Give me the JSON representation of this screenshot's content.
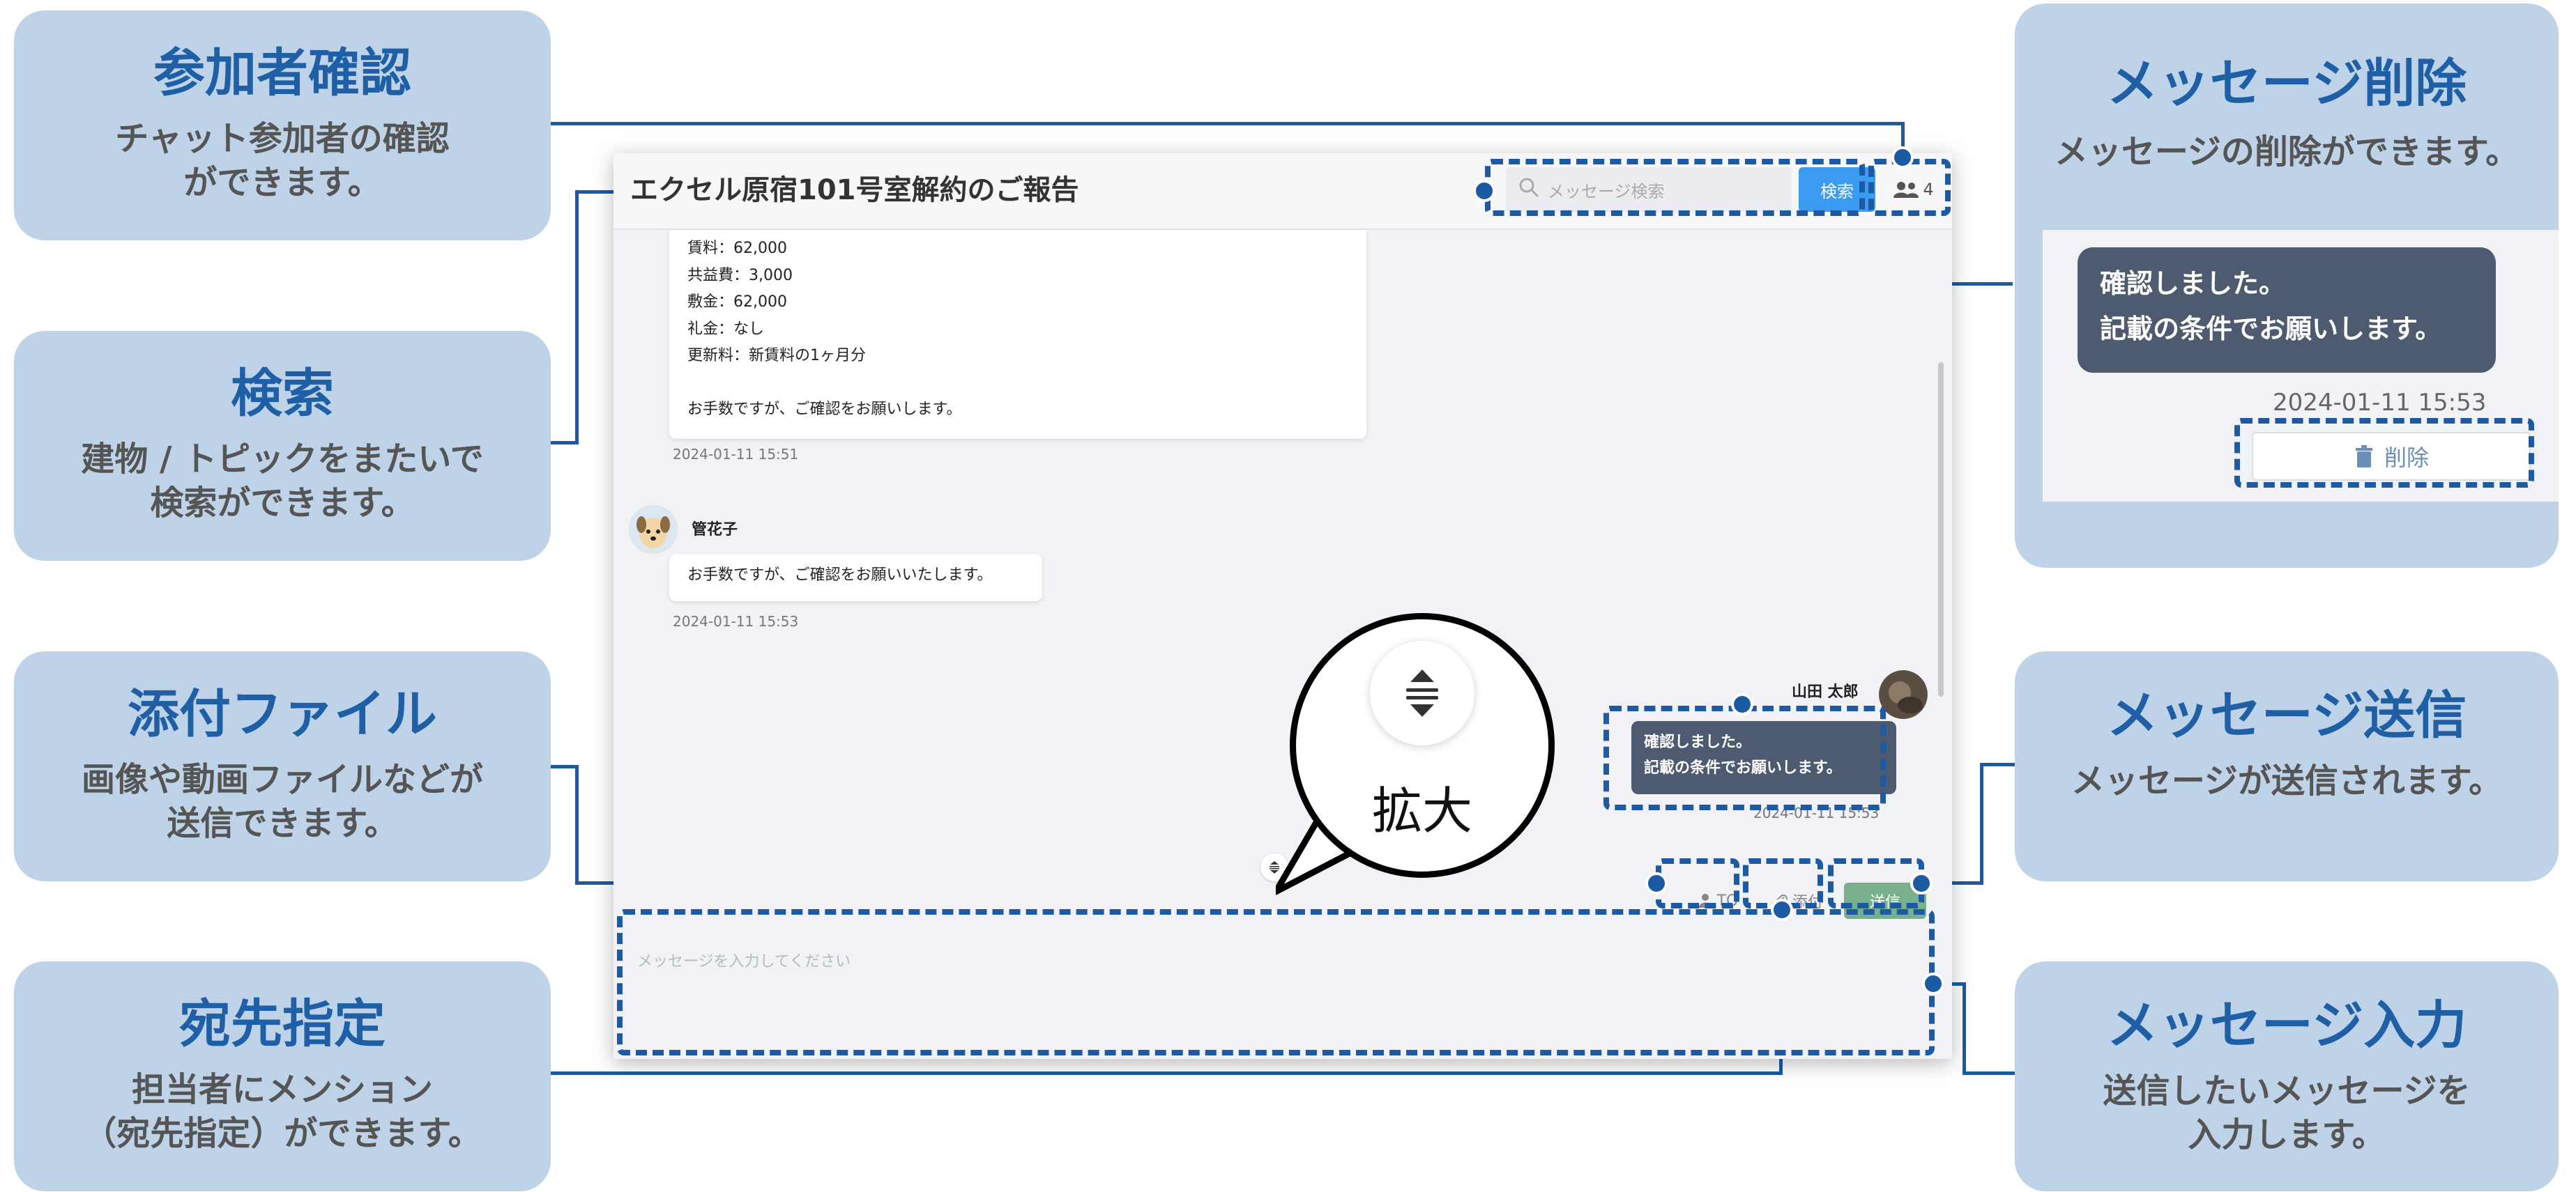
{
  "callouts": {
    "participants": {
      "title": "参加者確認",
      "desc1": "チャット参加者の確認",
      "desc2": "ができます。"
    },
    "search": {
      "title": "検索",
      "desc1": "建物 / トピックをまたいで",
      "desc2": "検索ができます。"
    },
    "attach": {
      "title": "添付ファイル",
      "desc1": "画像や動画ファイルなどが",
      "desc2": "送信できます。"
    },
    "mention": {
      "title": "宛先指定",
      "desc1": "担当者にメンション",
      "desc2": "（宛先指定）ができます。"
    },
    "delete": {
      "title": "メッセージ削除",
      "desc1": "メッセージの削除ができます。"
    },
    "send": {
      "title": "メッセージ送信",
      "desc1": "メッセージが送信されます。"
    },
    "input": {
      "title": "メッセージ入力",
      "desc1": "送信したいメッセージを",
      "desc2": "入力します。"
    }
  },
  "chat": {
    "room_title": "エクセル原宿101号室解約のご報告",
    "search_placeholder": "メッセージ検索",
    "search_button": "検索",
    "member_count": "4",
    "messages": [
      {
        "lines": [
          "賃料：62,000",
          "共益費：3,000",
          "敷金：62,000",
          "礼金：なし",
          "更新料：新賃料の1ヶ月分",
          "",
          "お手数ですが、ご確認をお願いします。"
        ],
        "time": "2024-01-11 15:51"
      },
      {
        "sender": "管花子",
        "text": "お手数ですが、ご確認をお願いいたします。",
        "time": "2024-01-11 15:53"
      },
      {
        "sender": "山田 太郎",
        "lines": [
          "確認しました。",
          "記載の条件でお願いします。"
        ],
        "time": "2024-01-11 15:53"
      }
    ],
    "to_label": "TO",
    "attach_label": "添付",
    "send_label": "送信",
    "input_placeholder": "メッセージを入力してください"
  },
  "inset": {
    "lines": [
      "確認しました。",
      "記載の条件でお願いします。"
    ],
    "time": "2024-01-11 15:53",
    "delete_label": "削除"
  },
  "zoom": {
    "label": "拡大"
  },
  "colors": {
    "accent": "#1d5aa4",
    "card_bg": "#bfd3e8",
    "card_title": "#1f5fa6",
    "search_btn": "#3a9bf0",
    "send_btn": "#77b08a",
    "own_bubble": "#4d5a6f"
  }
}
